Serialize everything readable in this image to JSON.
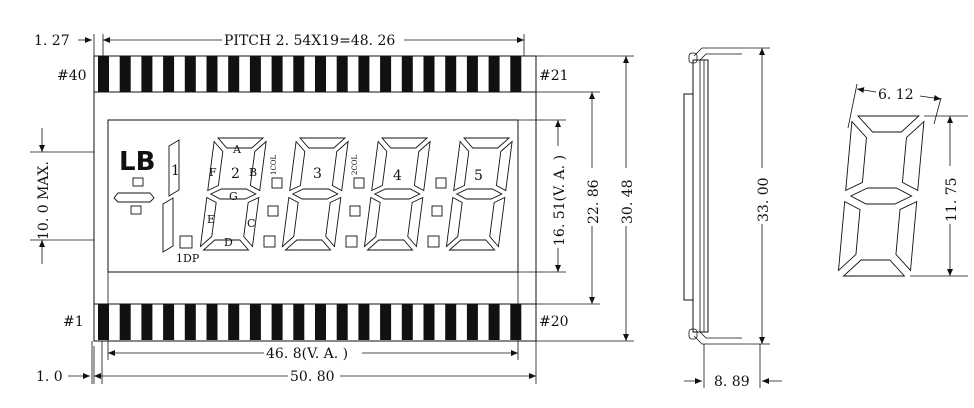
{
  "dimensions": {
    "left_offset_top": "1. 27",
    "pitch": "PITCH 2. 54X19=48. 26",
    "left_offset_bottom": "1. 0",
    "max_thickness": "10. 0 MAX.",
    "va_height": "16. 51(V. A. )",
    "inner_height": "22. 86",
    "outer_height": "30. 48",
    "va_width": "46. 8(V. A. )",
    "total_width": "50. 80",
    "side_height": "33. 00",
    "side_depth": "8. 89",
    "digit_width": "6. 12",
    "digit_height": "11. 75"
  },
  "pins": {
    "top_left": "#40",
    "top_right": "#21",
    "bottom_left": "#1",
    "bottom_right": "#20"
  },
  "display": {
    "low_battery": "LB",
    "digit_numbers": [
      "1",
      "2",
      "3",
      "4",
      "5"
    ],
    "segment_labels": {
      "a": "A",
      "b": "B",
      "c": "C",
      "d": "D",
      "e": "E",
      "f": "F",
      "g": "G"
    },
    "colon_1": "1COL",
    "colon_2": "2COL",
    "decimal_point": "1DP"
  },
  "colors": {
    "line": "#111111",
    "background": "#ffffff"
  }
}
